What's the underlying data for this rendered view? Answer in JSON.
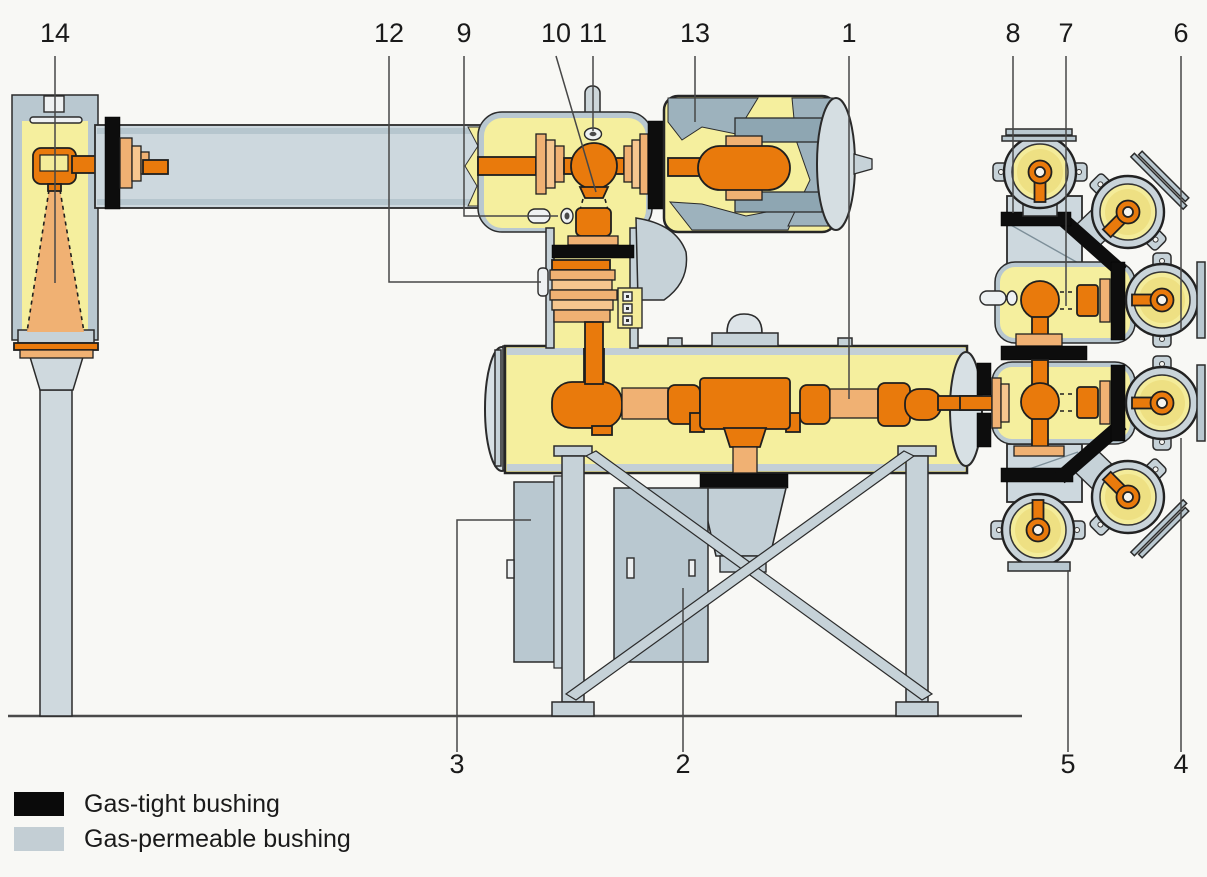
{
  "callouts": {
    "top": [
      "14",
      "12",
      "9",
      "10",
      "11",
      "13",
      "1",
      "8",
      "7",
      "6"
    ],
    "bottom": [
      "3",
      "2",
      "5",
      "4"
    ]
  },
  "legend": {
    "items": [
      {
        "label": "Gas-tight bushing",
        "color": "#0a0a0a"
      },
      {
        "label": "Gas-permeable bushing",
        "color": "#c3ced4"
      }
    ]
  },
  "palette": {
    "gas_compartment_yellow": "#f5ef9e",
    "conductor_orange": "#e97a0c",
    "insulator_tan": "#f0b173",
    "enclosure_steel": "#b9c8d0",
    "gas_permeable_gray": "#cdd8de"
  }
}
